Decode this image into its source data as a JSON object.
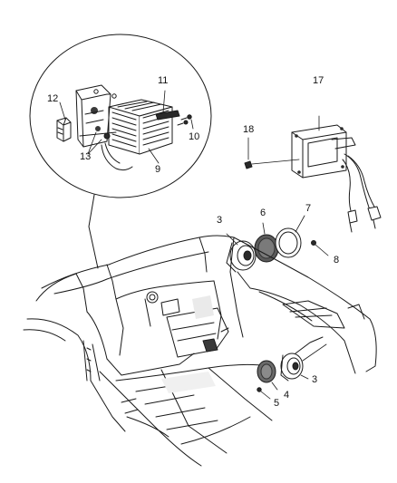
{
  "diagram": {
    "callouts": [
      {
        "id": "c3a",
        "text": "3"
      },
      {
        "id": "c3b",
        "text": "3"
      },
      {
        "id": "c4",
        "text": "4"
      },
      {
        "id": "c5",
        "text": "5"
      },
      {
        "id": "c6",
        "text": "6"
      },
      {
        "id": "c7",
        "text": "7"
      },
      {
        "id": "c8",
        "text": "8"
      },
      {
        "id": "c9",
        "text": "9"
      },
      {
        "id": "c10",
        "text": "10"
      },
      {
        "id": "c11",
        "text": "11"
      },
      {
        "id": "c12",
        "text": "12"
      },
      {
        "id": "c13",
        "text": "13"
      },
      {
        "id": "c17",
        "text": "17"
      },
      {
        "id": "c18",
        "text": "18"
      }
    ],
    "parts": [
      "door-speaker-3-upper",
      "speaker-grille-6",
      "speaker-gasket-7",
      "screw-8",
      "amplifier-9",
      "bracket-10",
      "screw-11",
      "bracket-12",
      "nut-13",
      "module-17",
      "screw-18",
      "floor-speaker-3-lower",
      "grille-4",
      "screw-5"
    ],
    "colors": {
      "line": "#1a1a1a",
      "paper": "#ffffff",
      "shade": "#9a9a9a",
      "dark": "#2a2a2a"
    }
  }
}
